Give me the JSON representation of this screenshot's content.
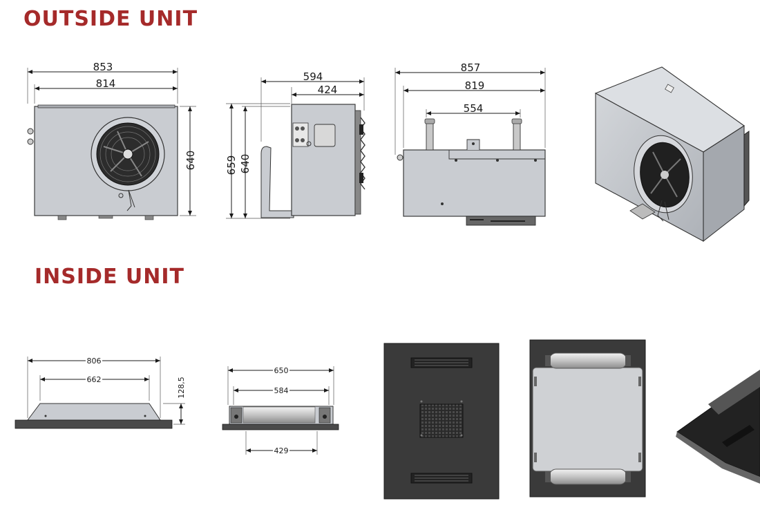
{
  "titles": {
    "outside": "OUTSIDE UNIT",
    "inside": "INSIDE UNIT"
  },
  "colors": {
    "title": "#a52a2a",
    "unit_body": "#c9ccd1",
    "inside_panel": "#3a3a3a"
  },
  "outside_front": {
    "overall_width": "853",
    "body_width": "814",
    "height": "640"
  },
  "outside_side": {
    "overall_depth": "594",
    "body_depth": "424",
    "overall_height": "659",
    "body_height": "640"
  },
  "outside_top": {
    "overall_width": "857",
    "body_width": "819",
    "mount_spacing": "554"
  },
  "inside_front": {
    "overall_width": "806",
    "body_width": "662",
    "height": "128,5"
  },
  "inside_side": {
    "overall_depth": "650",
    "body_depth": "584",
    "bottom_depth": "429"
  }
}
